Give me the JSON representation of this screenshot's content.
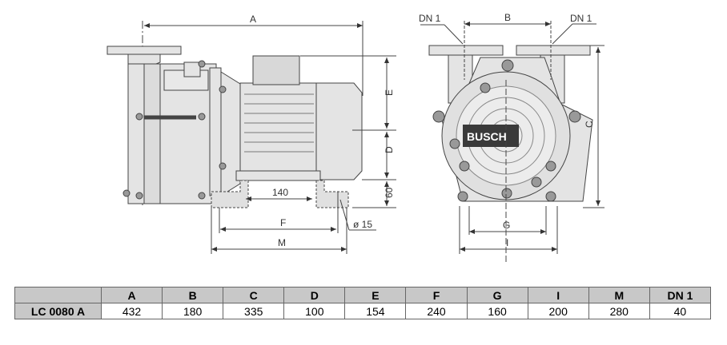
{
  "drawing": {
    "side_view": {
      "labels": {
        "A": "A",
        "E": "E",
        "D": "D",
        "h60": "60",
        "w140": "140",
        "F": "F",
        "M": "M",
        "bore": "ø 15"
      }
    },
    "front_view": {
      "labels": {
        "dn_left": "DN 1",
        "dn_right": "DN 1",
        "B": "B",
        "C": "C",
        "G": "G",
        "I": "I"
      },
      "logo": "BUSCH"
    }
  },
  "table": {
    "headers": [
      "",
      "A",
      "B",
      "C",
      "D",
      "E",
      "F",
      "G",
      "I",
      "M",
      "DN 1"
    ],
    "rows": [
      {
        "model": "LC 0080 A",
        "values": [
          "432",
          "180",
          "335",
          "100",
          "154",
          "240",
          "160",
          "200",
          "280",
          "40"
        ]
      }
    ]
  },
  "colors": {
    "header_bg": "#c8c8c8",
    "body_bg": "#e6e6e6",
    "logo_bg": "#3a3a3a"
  }
}
